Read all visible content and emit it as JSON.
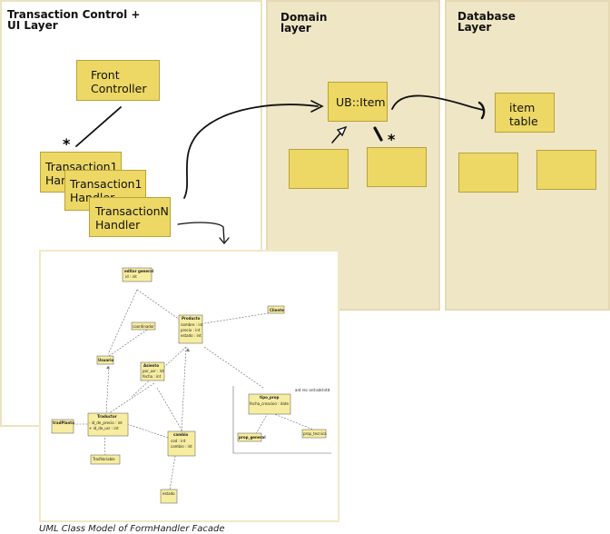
{
  "layers": {
    "ui": "Transaction Control +\nUI Layer",
    "domain": "Domain\nlayer",
    "database": "Database\nLayer"
  },
  "boxes": {
    "front_controller": "Front\nController",
    "handler1": "Transaction1\nHandler",
    "handler2": "Transaction1\nHandler",
    "handlerN": "TransactionN\nHandler",
    "ub_item": "UB::Item",
    "item_table": "item\ntable"
  },
  "multiplicity": "*",
  "uml": {
    "classes": {
      "editor": "editor general",
      "editor_attr": "id : int",
      "producto": "Producto",
      "producto_attrs": [
        "nombre : int",
        "precio : int",
        "estado : int"
      ],
      "cliente": "Cliente",
      "coordinador": "coordinador",
      "usuario": "Usuario",
      "asiento": "Asiento",
      "asiento_attrs": [
        "por_usr : int",
        "fecha : int"
      ],
      "tipo": "tipo_prop",
      "tipo_attr": "fecha_creacion : date",
      "traductor": "Traductor",
      "traductor_attrs": [
        "- id_de_precio : int",
        "+ id_de_usr : int"
      ],
      "trad_planta": "tradPlanta",
      "cambio": "cambio",
      "cambio_attrs": [
        "cod : int",
        "cambio : int"
      ],
      "prop_general": "prop_general",
      "prop_tecnica": "prop_tecnica",
      "trad_variable": "TradVariable",
      "estado": "estado"
    },
    "notes": [
      "ant rec ord:add:std"
    ]
  },
  "caption": "UML Class Model of FormHandler Facade"
}
